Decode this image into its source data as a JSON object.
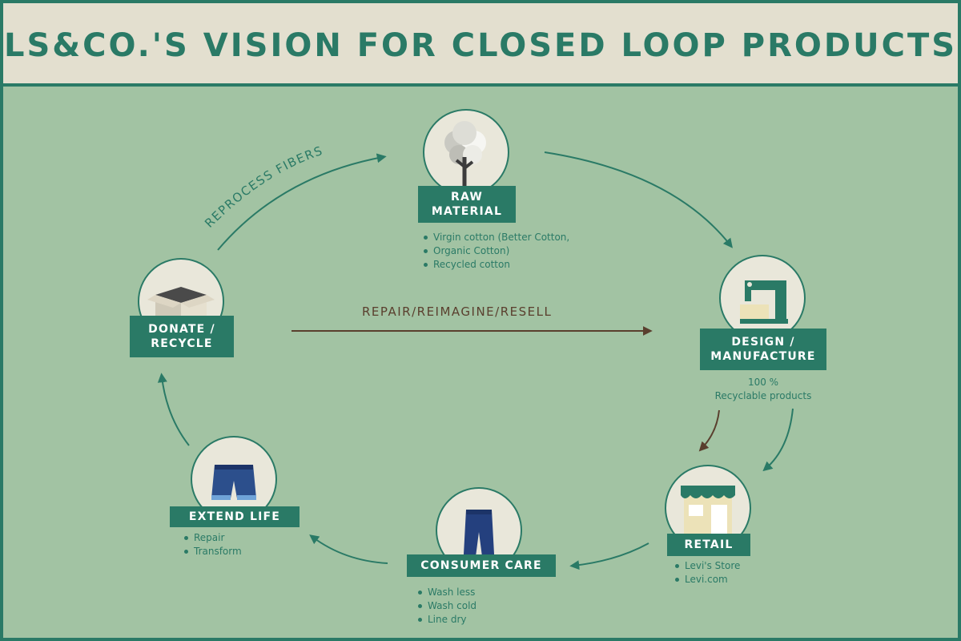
{
  "title": "LS&CO.'S VISION FOR CLOSED LOOP PRODUCTS",
  "colors": {
    "teal": "#2a7a66",
    "green_bg": "#a2c3a3",
    "cream": "#e3dfcf",
    "brown": "#5a3f2e",
    "circle_fill": "#e9e7da"
  },
  "nodes": {
    "raw_material": {
      "label_line1": "RAW",
      "label_line2": "MATERIAL",
      "icon": "cotton-plant-icon",
      "bullets": [
        "Virgin cotton (Better Cotton,",
        "Organic Cotton)",
        "Recycled cotton"
      ]
    },
    "design": {
      "label_line1": "DESIGN /",
      "label_line2": "MANUFACTURE",
      "icon": "sewing-machine-icon",
      "note_line1": "100 %",
      "note_line2": "Recyclable products"
    },
    "retail": {
      "label": "RETAIL",
      "icon": "storefront-icon",
      "bullets": [
        "Levi's Store",
        "Levi.com"
      ]
    },
    "consumer_care": {
      "label": "CONSUMER CARE",
      "icon": "jeans-icon",
      "bullets": [
        "Wash less",
        "Wash cold",
        "Line dry"
      ]
    },
    "extend_life": {
      "label": "EXTEND LIFE",
      "icon": "shorts-icon",
      "bullets": [
        "Repair",
        "Transform"
      ]
    },
    "donate": {
      "label_line1": "DONATE /",
      "label_line2": "RECYCLE",
      "icon": "box-icon"
    }
  },
  "arrows": {
    "reprocess": "REPROCESS FIBERS",
    "repair": "REPAIR/REIMAGINE/RESELL"
  }
}
